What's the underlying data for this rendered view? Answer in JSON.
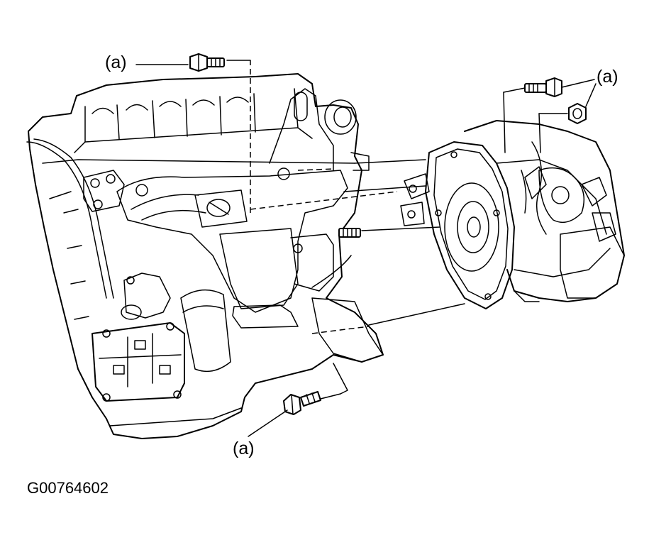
{
  "figure": {
    "callout_label": "(a)",
    "figure_code": "G00764602"
  },
  "parts": {
    "engine": "engine-block",
    "transaxle": "transaxle-assembly"
  }
}
